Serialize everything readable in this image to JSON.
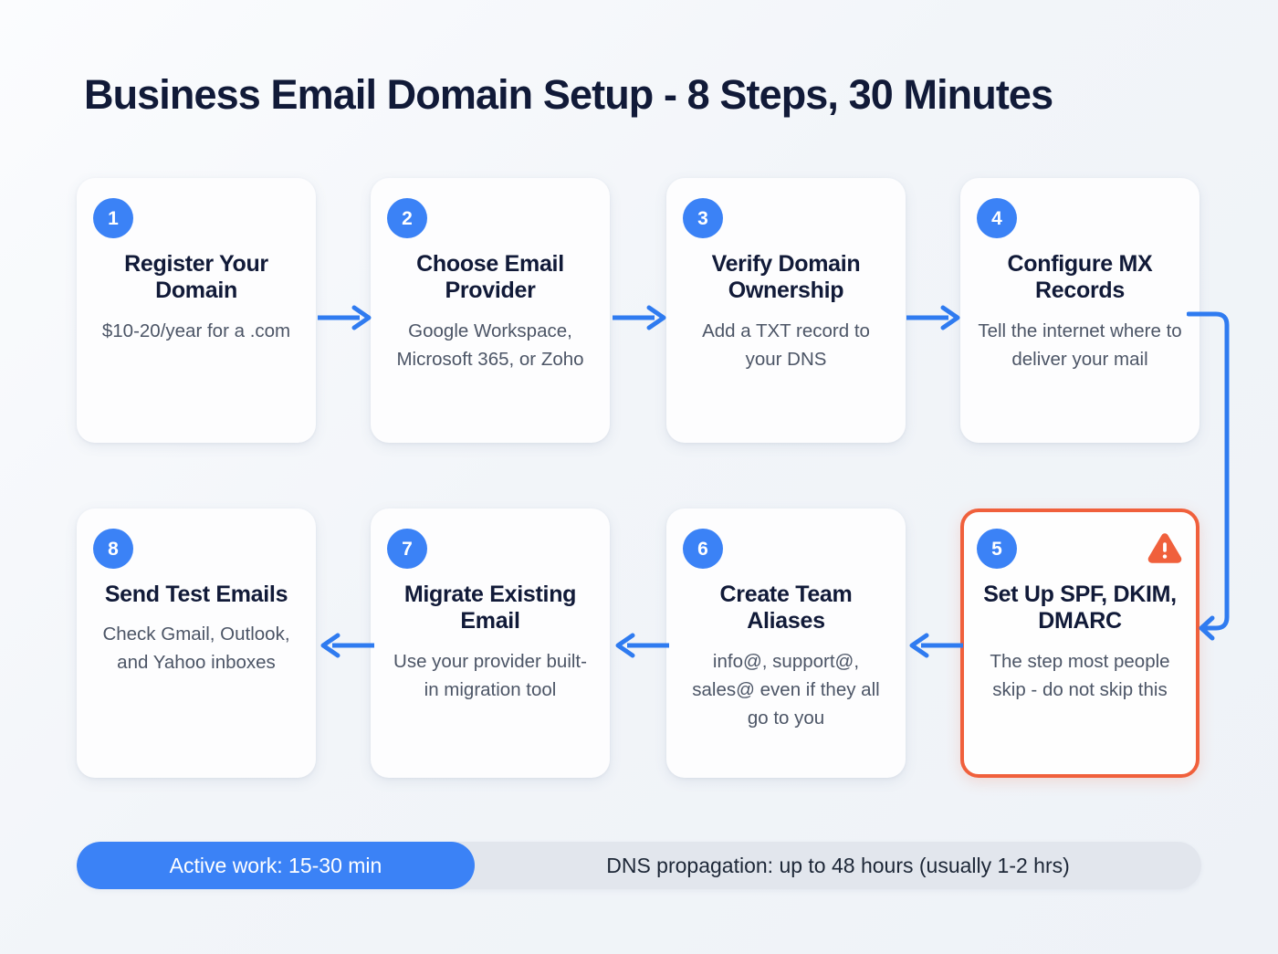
{
  "header": {
    "title": "Business Email Domain Setup - 8 Steps, 30 Minutes"
  },
  "colors": {
    "accent_blue": "#3b82f6",
    "warning_orange": "#f0603c",
    "title_navy": "#111a38",
    "body_gray": "#4c5566",
    "track_gray": "#e2e6ed",
    "card_bg": "#fdfdfe",
    "page_bg": "#f2f5f9"
  },
  "steps": [
    {
      "number": "1",
      "title": "Register Your Domain",
      "description": "$10-20/year for a .com",
      "highlight": false,
      "warning": false
    },
    {
      "number": "2",
      "title": "Choose Email Provider",
      "description": "Google Workspace, Microsoft 365, or Zoho",
      "highlight": false,
      "warning": false
    },
    {
      "number": "3",
      "title": "Verify Domain Ownership",
      "description": "Add a TXT record to your DNS",
      "highlight": false,
      "warning": false
    },
    {
      "number": "4",
      "title": "Configure MX Records",
      "description": "Tell the internet where to deliver your mail",
      "highlight": false,
      "warning": false
    },
    {
      "number": "5",
      "title": "Set Up SPF, DKIM, DMARC",
      "description": "The step most people skip - do not skip this",
      "highlight": true,
      "warning": true
    },
    {
      "number": "6",
      "title": "Create Team Aliases",
      "description": "info@, support@, sales@ even if they all go to you",
      "highlight": false,
      "warning": false
    },
    {
      "number": "7",
      "title": "Migrate Existing Email",
      "description": "Use your provider built-in migration tool",
      "highlight": false,
      "warning": false
    },
    {
      "number": "8",
      "title": "Send Test Emails",
      "description": "Check Gmail, Outlook, and Yahoo inboxes",
      "highlight": false,
      "warning": false
    }
  ],
  "footer": {
    "active_work_label": "Active work: 15-30 min",
    "propagation_label": "DNS propagation: up to 48 hours (usually 1-2 hrs)"
  },
  "icons": {
    "warning": "warning-triangle-icon",
    "arrow_right": "arrow-right-icon",
    "arrow_left": "arrow-left-icon",
    "connector": "elbow-connector-icon"
  }
}
